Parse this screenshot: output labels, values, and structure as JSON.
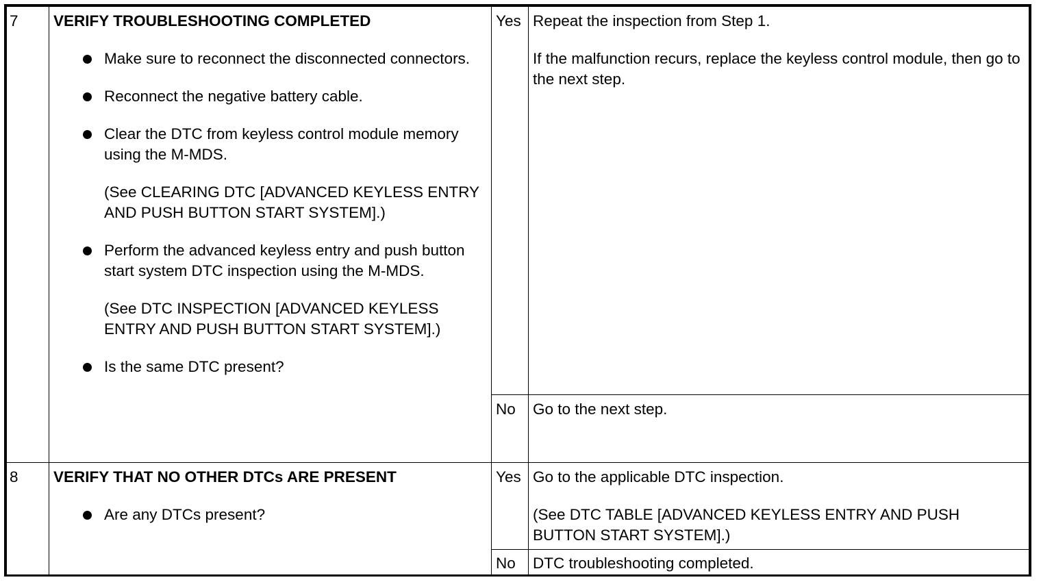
{
  "steps": [
    {
      "number": "7",
      "title": "VERIFY TROUBLESHOOTING COMPLETED",
      "bullets": [
        {
          "text": "Make sure to reconnect the disconnected connectors.",
          "ref": ""
        },
        {
          "text": "Reconnect the negative battery cable.",
          "ref": ""
        },
        {
          "text": "Clear the DTC from keyless control module memory using the M-MDS.",
          "ref": "(See CLEARING DTC [ADVANCED KEYLESS ENTRY AND PUSH BUTTON START SYSTEM].)"
        },
        {
          "text": "Perform the advanced keyless entry and push button start system DTC inspection using the M-MDS.",
          "ref": "(See DTC INSPECTION [ADVANCED KEYLESS ENTRY AND PUSH BUTTON START SYSTEM].)"
        },
        {
          "text": "Is the same DTC present?",
          "ref": ""
        }
      ],
      "yes_label": "Yes",
      "yes_result": [
        "Repeat the inspection from Step 1.",
        "If the malfunction recurs, replace the keyless control module, then go to the next step."
      ],
      "no_label": "No",
      "no_result": [
        "Go to the next step."
      ]
    },
    {
      "number": "8",
      "title": "VERIFY THAT NO OTHER DTCs ARE PRESENT",
      "bullets": [
        {
          "text": "Are any DTCs present?",
          "ref": ""
        }
      ],
      "yes_label": "Yes",
      "yes_result": [
        "Go to the applicable DTC inspection.",
        "(See DTC TABLE [ADVANCED KEYLESS ENTRY AND PUSH BUTTON START SYSTEM].)"
      ],
      "no_label": "No",
      "no_result": [
        "DTC troubleshooting completed."
      ]
    }
  ]
}
